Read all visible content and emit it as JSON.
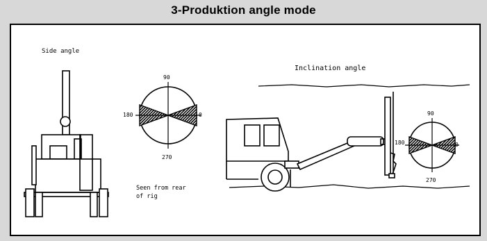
{
  "title": "3-Produktion angle mode",
  "side_view": {
    "label": "Side angle",
    "note_line1": "Seen from rear",
    "note_line2": "of rig"
  },
  "side_dial": {
    "top": "90",
    "right": "0",
    "bottom": "270",
    "left": "180"
  },
  "incline_view": {
    "label": "Inclination angle"
  },
  "incline_dial": {
    "top": "90",
    "right": "0",
    "bottom": "270",
    "left": "180"
  }
}
